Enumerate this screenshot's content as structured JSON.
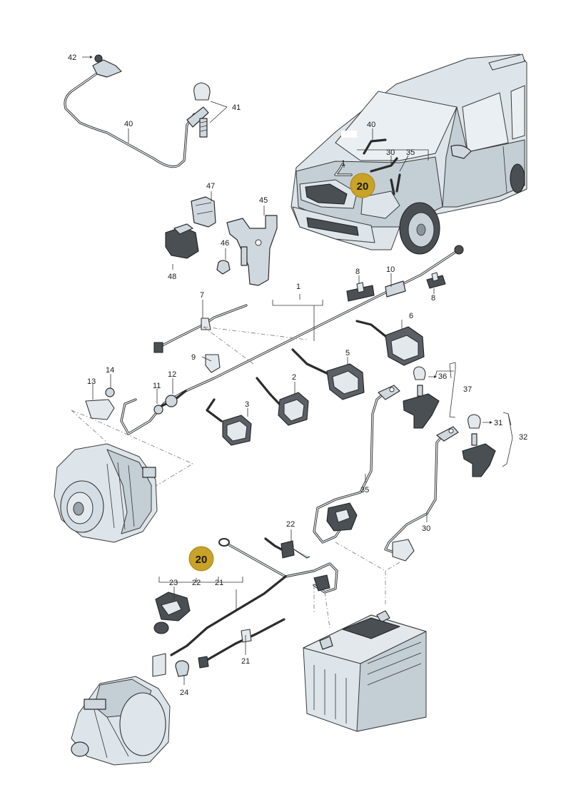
{
  "labels": {
    "l1_car": "1",
    "l30_car": "30",
    "l35_car": "35",
    "l40_car": "40",
    "l42": "42",
    "l41": "41",
    "l40": "40",
    "l47": "47",
    "l45": "45",
    "l46": "46",
    "l48": "48",
    "l7": "7",
    "l1": "1",
    "l8a": "8",
    "l8b": "8",
    "l10": "10",
    "l6": "6",
    "l9": "9",
    "l5": "5",
    "l2": "2",
    "l3": "3",
    "l13": "13",
    "l14": "14",
    "l11": "11",
    "l12": "12",
    "l36": "36",
    "l37": "37",
    "l31": "31",
    "l32": "32",
    "l35": "35",
    "l30": "30",
    "l22a": "22",
    "l23": "23",
    "l22b": "22",
    "l21a": "21",
    "l21b": "21",
    "l24": "24"
  },
  "badges": {
    "top": "20",
    "bottom": "20"
  },
  "colors": {
    "badge_fill": "#c9a227",
    "line": "#2b2b2b",
    "part_fill": "#cfd8de",
    "car_fill": "#dde5ea"
  }
}
